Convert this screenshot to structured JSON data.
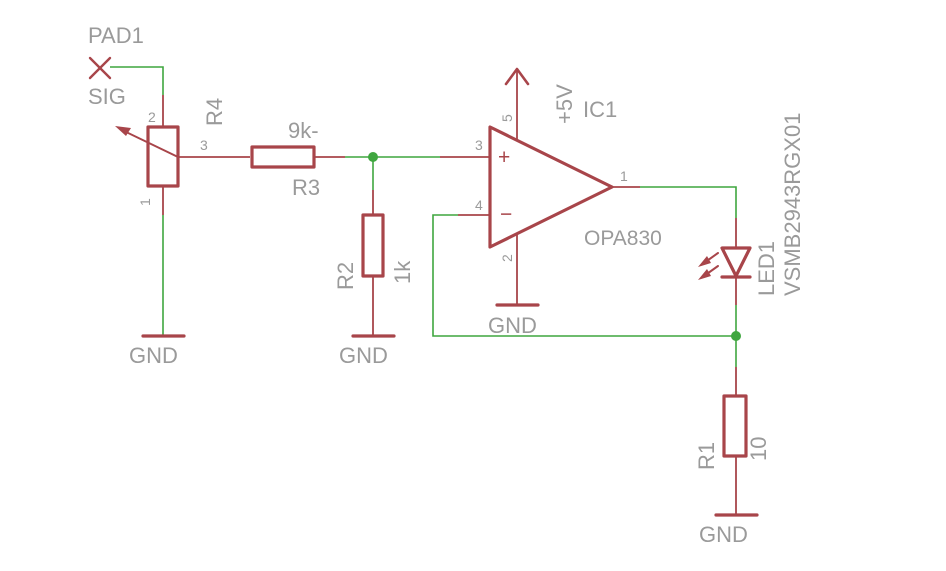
{
  "pad1": {
    "name": "PAD1",
    "label": "SIG"
  },
  "r4": {
    "name": "R4",
    "pin1": "1",
    "pin2": "2",
    "pin3": "3"
  },
  "r3": {
    "name": "R3",
    "value": "9k-"
  },
  "r2": {
    "name": "R2",
    "value": "1k"
  },
  "r1": {
    "name": "R1",
    "value": "10"
  },
  "ic1": {
    "name": "IC1",
    "value": "OPA830",
    "pin1": "1",
    "pin2": "2",
    "pin3": "3",
    "pin4": "4",
    "pin5": "5",
    "plus": "+",
    "minus": "−"
  },
  "led1": {
    "name": "LED1",
    "value": "VSMB2943RGX01"
  },
  "supply": {
    "label": "+5V"
  },
  "ground": {
    "label": "GND"
  },
  "colors": {
    "wire": "#3fa63f",
    "component": "#a8454a",
    "text": "#9a9a9a",
    "background": "#ffffff"
  }
}
